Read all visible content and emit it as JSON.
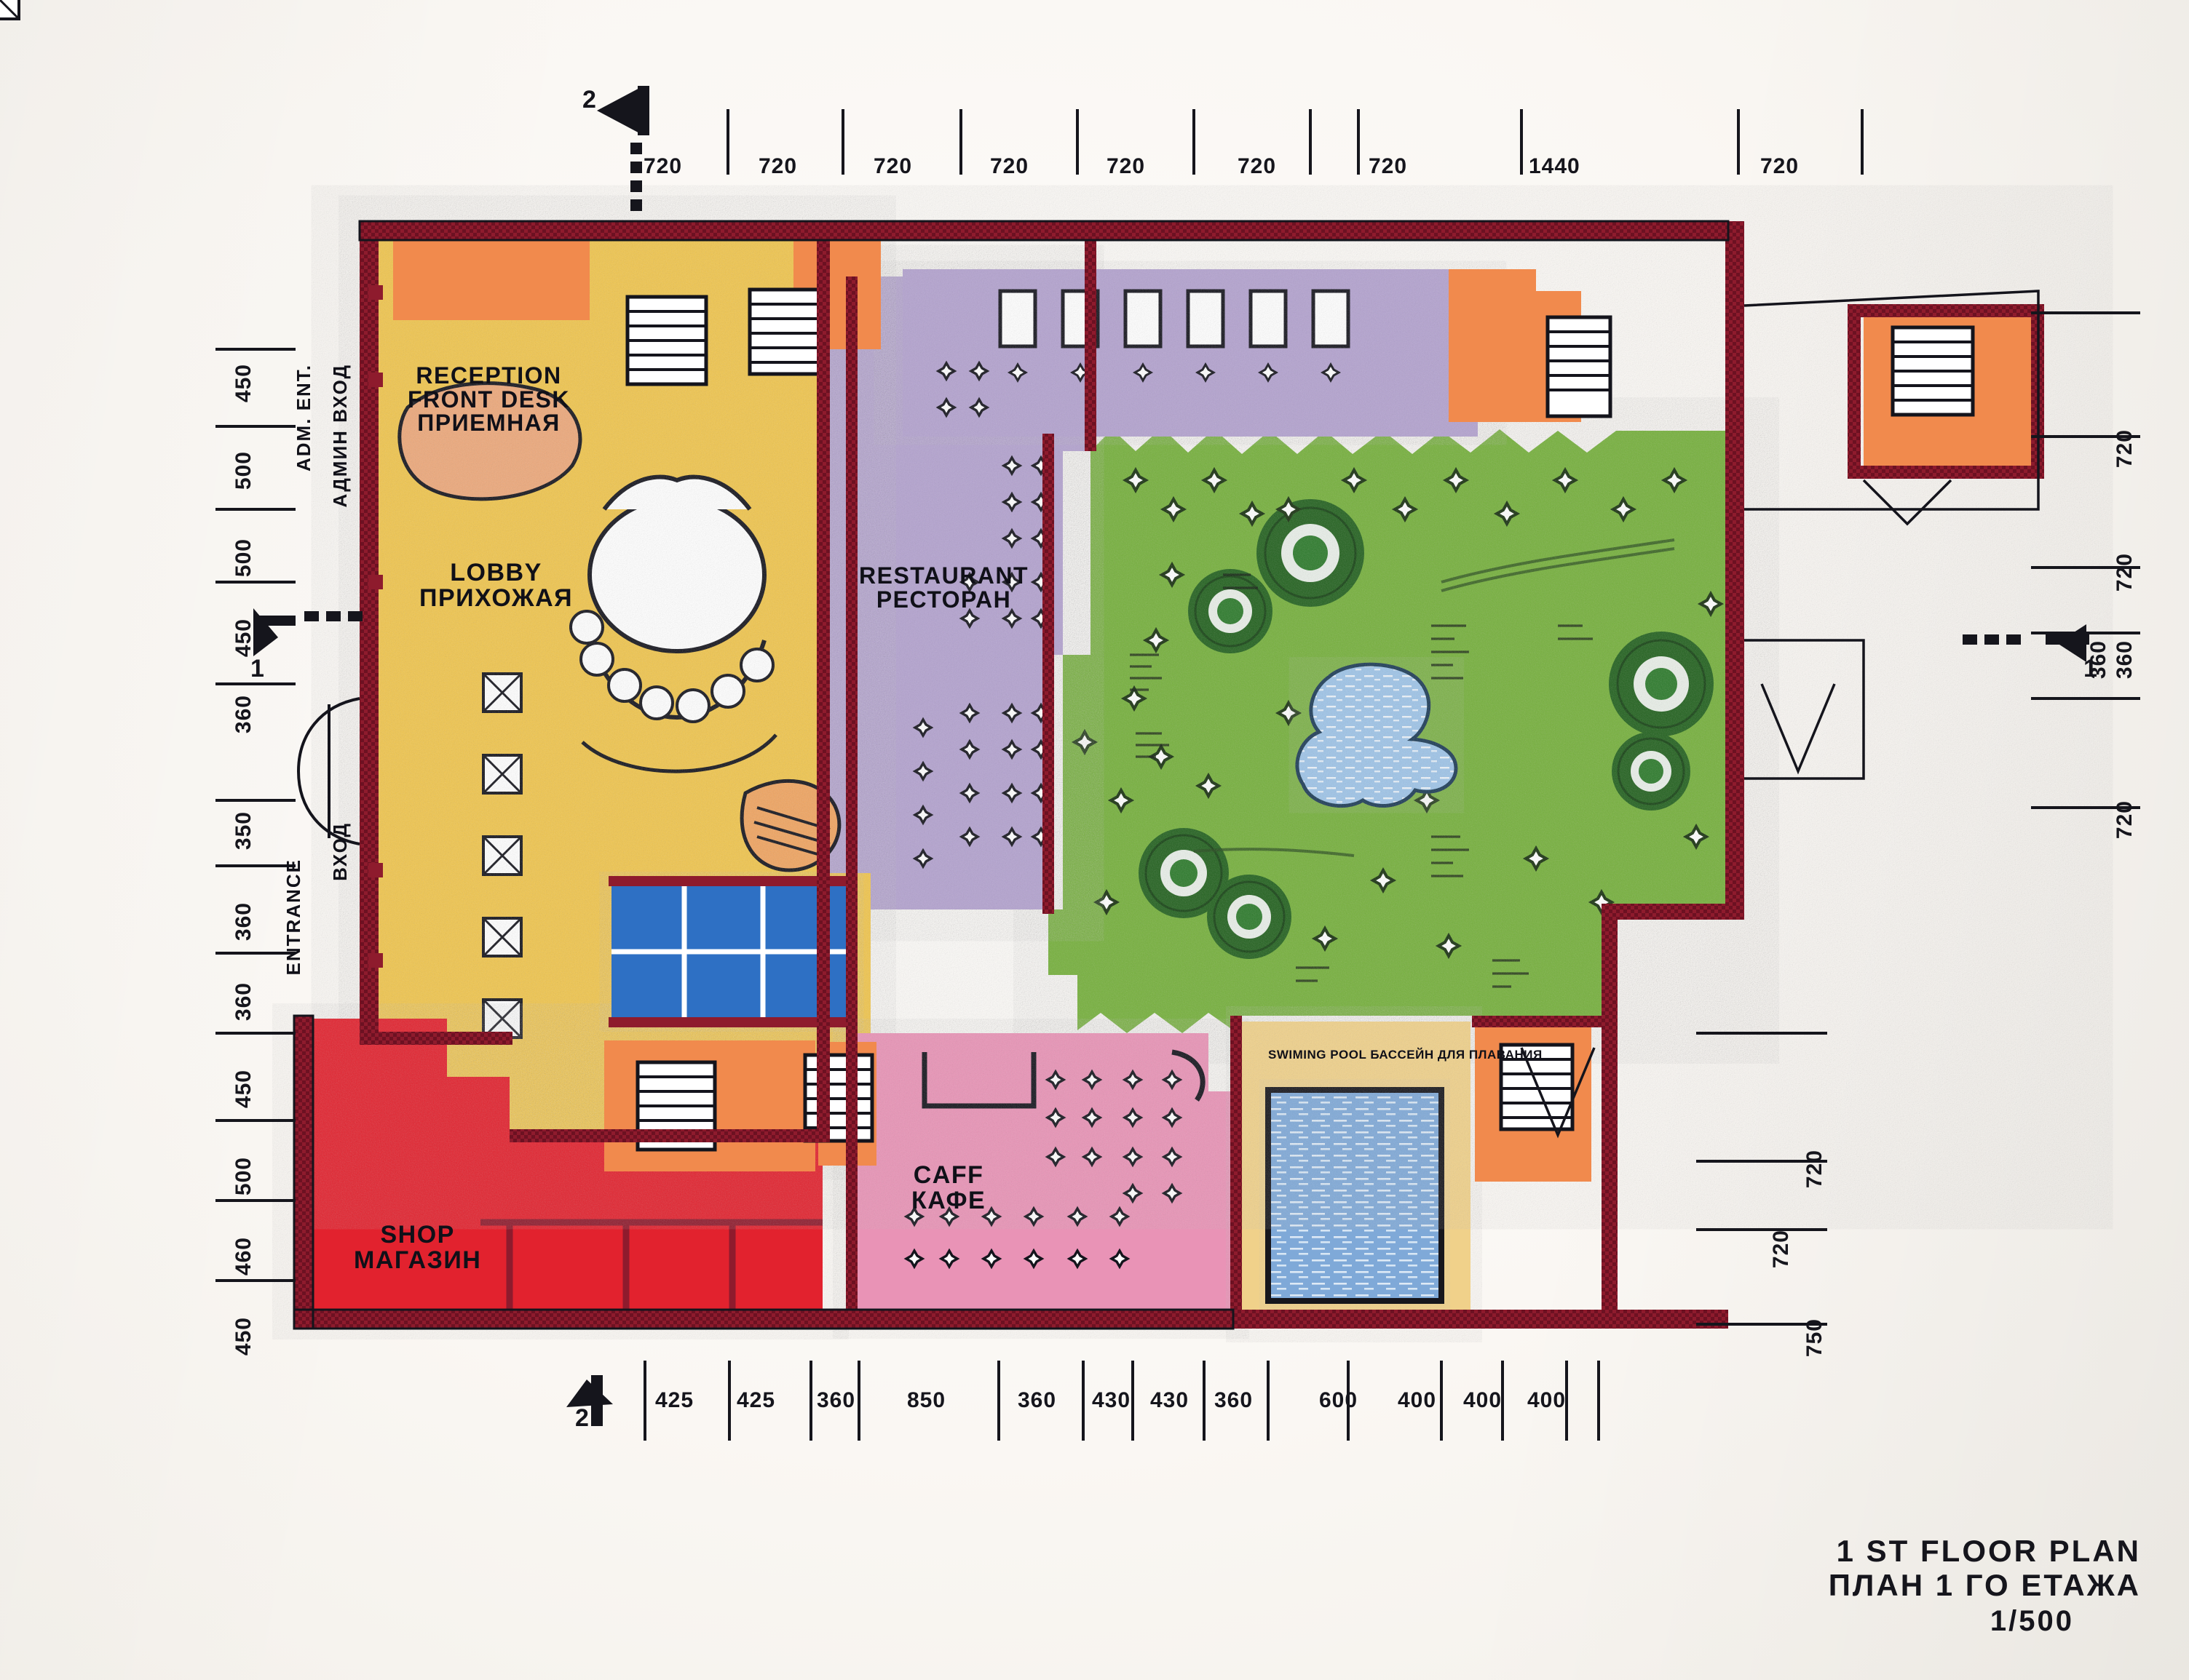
{
  "drawing": {
    "title_en": "1 ST FLOOR PLAN",
    "title_ru": "ПЛАН 1 ГО ЕТАЖА",
    "scale": "1/500"
  },
  "rooms": [
    {
      "id": "reception",
      "en": "RECEPTION",
      "en2": "FRONT DESK",
      "ru": "ПРИЕМНАЯ",
      "color": "#f0c54e"
    },
    {
      "id": "lobby",
      "en": "LOBBY",
      "ru": "ПРИХОЖАЯ",
      "color": "#f0c54e"
    },
    {
      "id": "restaurant",
      "en": "RESTAURANT",
      "ru": "РЕСТОРАН",
      "color": "#b3a2cf"
    },
    {
      "id": "shop",
      "en": "SHOP",
      "ru": "МАГАЗИН",
      "color": "#e2222e"
    },
    {
      "id": "cafe",
      "en": "CAFF",
      "ru": "КАФЕ",
      "color": "#e993b6"
    },
    {
      "id": "swimming-pool",
      "en": "SWIMING POOL",
      "ru": "БАССЕЙН ДЛЯ ПЛАВАНИЯ",
      "color": "#f0d18a"
    }
  ],
  "entrances": [
    {
      "id": "admin-entrance",
      "en": "ADM. ENT.",
      "ru": "АДМИН ВХОД"
    },
    {
      "id": "main-entrance",
      "en": "ENTRANCE",
      "ru": "ВХОД"
    }
  ],
  "section_markers": [
    {
      "id": "section-2-top",
      "label": "2"
    },
    {
      "id": "section-1-left",
      "label": "1"
    },
    {
      "id": "section-1-right",
      "label": "1"
    },
    {
      "id": "section-2-bottom",
      "label": "2"
    }
  ],
  "dimensions": {
    "top": [
      "720",
      "720",
      "720",
      "720",
      "720",
      "720",
      "720",
      "1440",
      "720"
    ],
    "bottom": [
      "425",
      "425",
      "360",
      "850",
      "360",
      "430",
      "430",
      "360",
      "600",
      "400",
      "400",
      "400"
    ],
    "left": [
      "450",
      "500",
      "500",
      "450",
      "360",
      "350",
      "360",
      "360",
      "450",
      "500",
      "460",
      "450"
    ],
    "right": [
      "720",
      "720",
      "360",
      "360",
      "720"
    ],
    "right_lower": [
      "720",
      "720",
      "750"
    ]
  },
  "colors": {
    "wall": "#8e1b2d",
    "lobby_yellow": "#f0c54e",
    "restaurant_purple": "#b3a2cf",
    "garden_green": "#74b03a",
    "shop_red": "#e2222e",
    "cafe_pink": "#e993b6",
    "service_orange": "#f18a4e",
    "water_blue": "#9ec4e8",
    "pool_blue": "#7fa9d8",
    "rooms_blue": "#2f6fc4",
    "paper": "#faf7f3",
    "ink": "#15151c"
  }
}
